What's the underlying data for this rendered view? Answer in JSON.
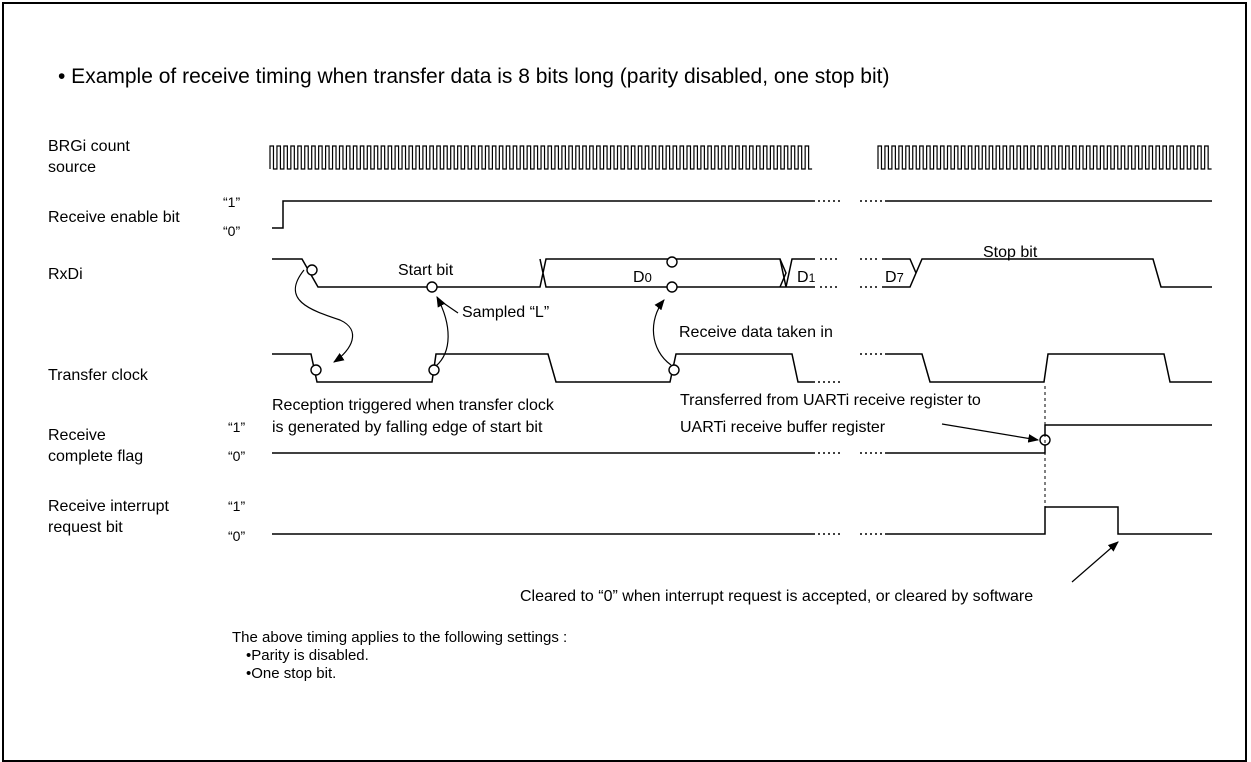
{
  "title": "• Example of receive timing when transfer data is 8 bits long (parity disabled, one stop bit)",
  "signals": {
    "brg_count_source": {
      "line1": "BRGi count",
      "line2": "source"
    },
    "receive_enable": {
      "label": "Receive enable bit",
      "level_high": "“1”",
      "level_low": "“0”"
    },
    "rxd": {
      "label": "RxDi",
      "start_bit": "Start bit",
      "d0": "D0",
      "d1": "D1",
      "d7": "D7",
      "stop_bit": "Stop bit"
    },
    "transfer_clock": {
      "label": "Transfer clock"
    },
    "receive_complete": {
      "line1": "Receive",
      "line2": "complete flag",
      "level_high": "“1”",
      "level_low": "“0”"
    },
    "receive_interrupt": {
      "line1": "Receive interrupt",
      "line2": "request bit",
      "level_high": "“1”",
      "level_low": "“0”"
    }
  },
  "annotations": {
    "sampled_l": "Sampled “L”",
    "data_taken_in": "Receive data taken in",
    "reception_triggered_1": "Reception triggered when transfer clock",
    "reception_triggered_2": "is generated by falling edge of start bit",
    "transferred_1": "Transferred from UARTi receive register to",
    "transferred_2": "UARTi receive buffer register",
    "cleared": "Cleared to “0” when interrupt request is accepted, or cleared by software"
  },
  "notes": {
    "heading": "The above timing applies to the following settings :",
    "items": [
      "•Parity is disabled.",
      "•One stop bit."
    ]
  }
}
